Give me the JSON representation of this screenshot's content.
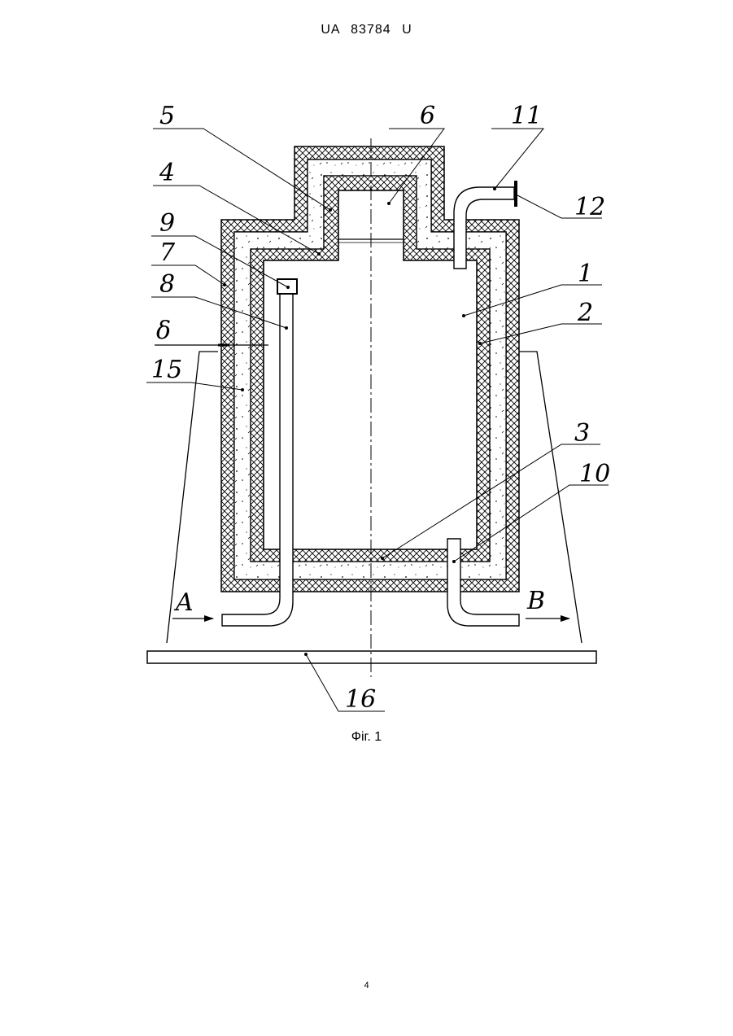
{
  "header": {
    "patent": "UA   83784   U"
  },
  "figure": {
    "caption": "Фіг. 1",
    "labels": {
      "l1": "1",
      "l2": "2",
      "l3": "3",
      "l4": "4",
      "l5": "5",
      "l6": "6",
      "l7": "7",
      "l8": "8",
      "l9": "9",
      "l10": "10",
      "l11": "11",
      "l12": "12",
      "l15": "15",
      "l16": "16",
      "delta": "δ",
      "a": "A",
      "b": "B"
    }
  },
  "footer": {
    "page_number": "4"
  }
}
